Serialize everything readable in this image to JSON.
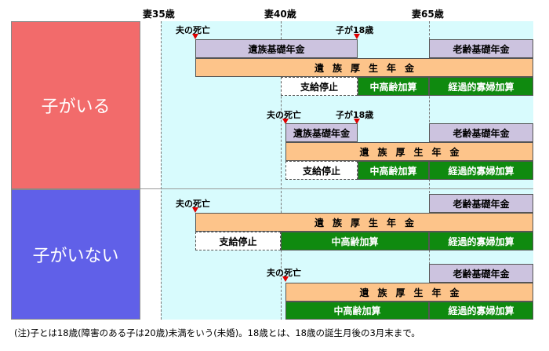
{
  "headers": {
    "age35": "妻35歳",
    "age40": "妻40歳",
    "age65": "妻65歳"
  },
  "sections": {
    "with_child": "子がいる",
    "without_child": "子がいない"
  },
  "labels": {
    "husband_death": "夫の死亡",
    "child_18": "子が18歳",
    "basic_survivor": "遺族基礎年金",
    "old_age_basic": "老齢基礎年金",
    "survivor_welfare": "遺族厚生年金",
    "suspended": "支給停止",
    "middle_age_addition": "中高齢加算",
    "transitional_widow_addition": "経過的寡婦加算"
  },
  "colors": {
    "with_child_bg": "#f26b6b",
    "without_child_bg": "#6060e8",
    "timeline_bg": "#d8fbfd",
    "purple": "#ccc3df",
    "orange": "#fdc48a",
    "green": "#0f8a0f",
    "marker": "#e00000"
  },
  "footnote": "(注)子とは18歳(障害のある子は20歳)未満をいう(未婚)。18歳とは、18歳の誕生月後の3月末まで。"
}
